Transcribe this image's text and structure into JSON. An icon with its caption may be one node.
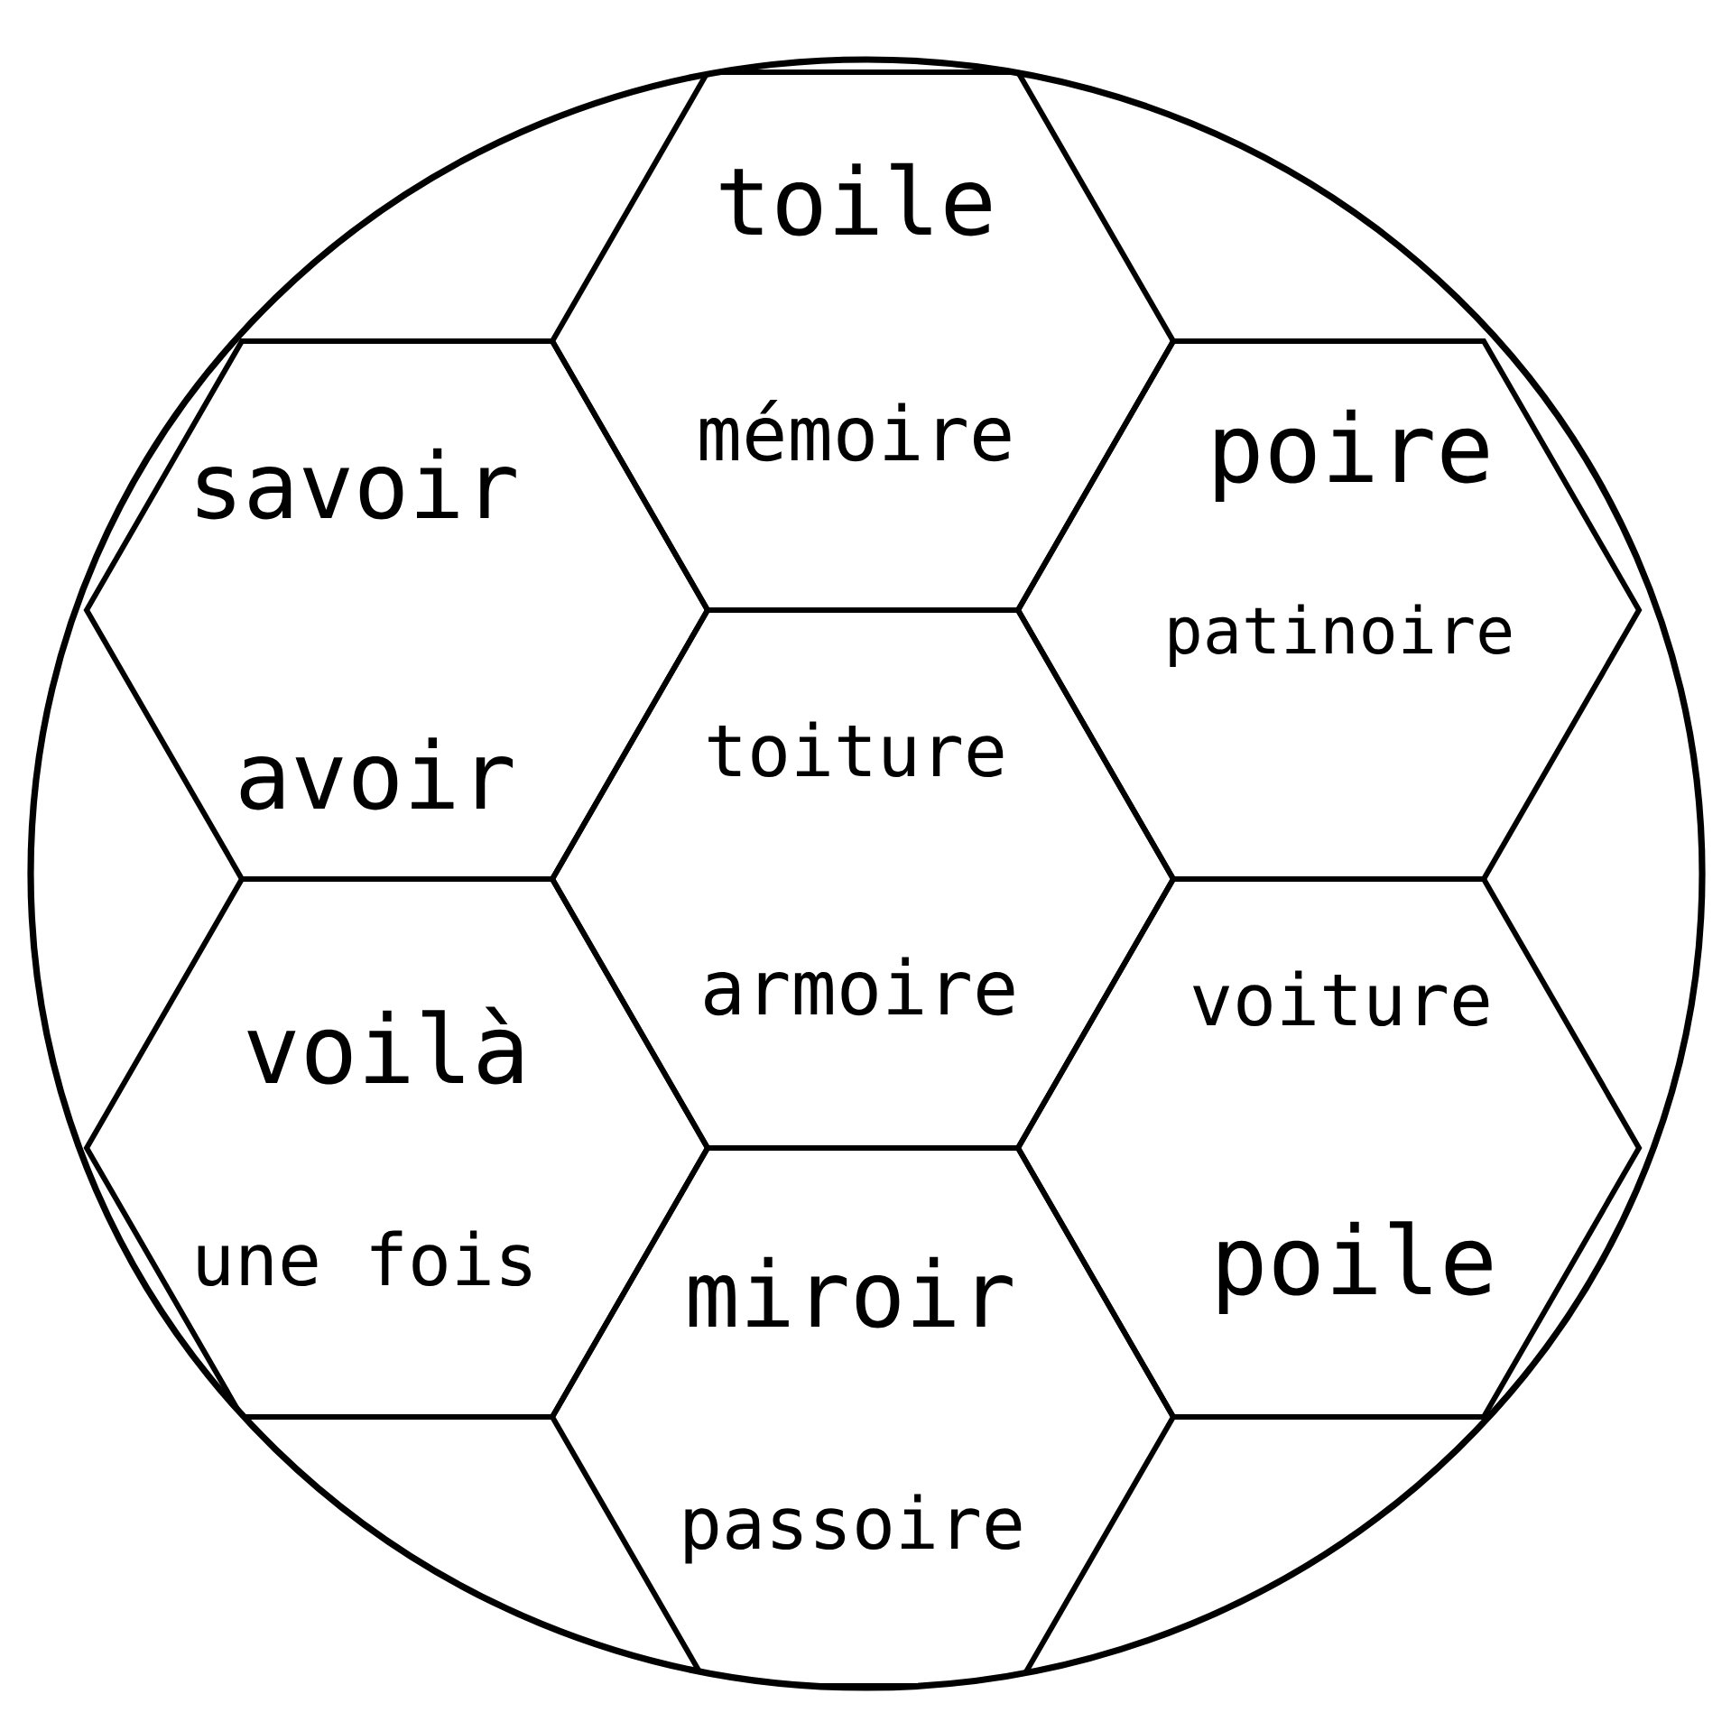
{
  "diagram": {
    "nodes": [
      {
        "text": [
          "toile",
          "mémoire"
        ]
      },
      {
        "text": [
          "savoir",
          "avoir"
        ]
      },
      {
        "text": [
          "poire",
          "patinoire"
        ]
      },
      {
        "text": [
          "toiture",
          "armoire"
        ]
      },
      {
        "text": [
          "voilà",
          "une fois"
        ]
      },
      {
        "text": [
          "voiture",
          "poile"
        ]
      },
      {
        "text": [
          "miroir",
          "passoire"
        ]
      }
    ]
  }
}
